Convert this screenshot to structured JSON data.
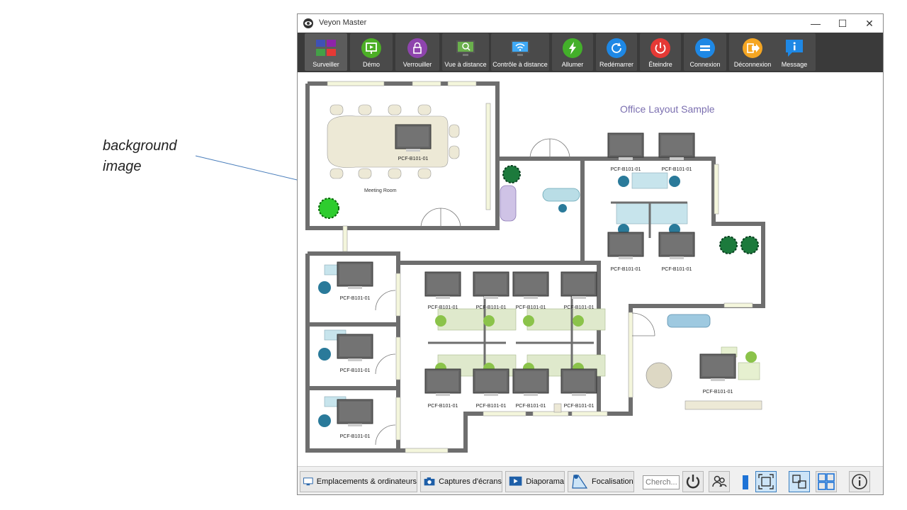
{
  "annotation": {
    "line1": "background",
    "line2": "image"
  },
  "window": {
    "title": "Veyon Master"
  },
  "toolbar": {
    "items": [
      {
        "label": "Surveiller",
        "icon": "grid-icon",
        "color": "#cc2233"
      },
      {
        "label": "Démo",
        "icon": "presentation-icon",
        "color": "#4caf26"
      },
      {
        "label": "Verrouiller",
        "icon": "lock-icon",
        "color": "#8e44ad"
      },
      {
        "label": "Vue à distance",
        "icon": "monitor-search-icon",
        "color": "#6ab04c"
      },
      {
        "label": "Contrôle à distance",
        "icon": "monitor-wifi-icon",
        "color": "#3fa9f5"
      },
      {
        "label": "Allumer",
        "icon": "power-on-icon",
        "color": "#43b02a"
      },
      {
        "label": "Redémarrer",
        "icon": "restart-icon",
        "color": "#1e88e5"
      },
      {
        "label": "Éteindre",
        "icon": "power-off-icon",
        "color": "#e53935"
      },
      {
        "label": "Connexion",
        "icon": "login-icon",
        "color": "#1e88e5"
      },
      {
        "label": "Déconnexion",
        "icon": "logout-icon",
        "color": "#f5a623"
      },
      {
        "label": "Message",
        "icon": "message-icon",
        "color": "#1e88e5"
      }
    ]
  },
  "canvas": {
    "title": "Office Layout Sample",
    "meeting_room": "Meeting Room",
    "pc_label": "PCF-B101-01"
  },
  "bottombar": {
    "locations": "Emplacements & ordinateurs",
    "screenshots": "Captures d'écrans",
    "slideshow": "Diaporama",
    "focus": "Focalisation",
    "search_placeholder": "Cherch..."
  }
}
